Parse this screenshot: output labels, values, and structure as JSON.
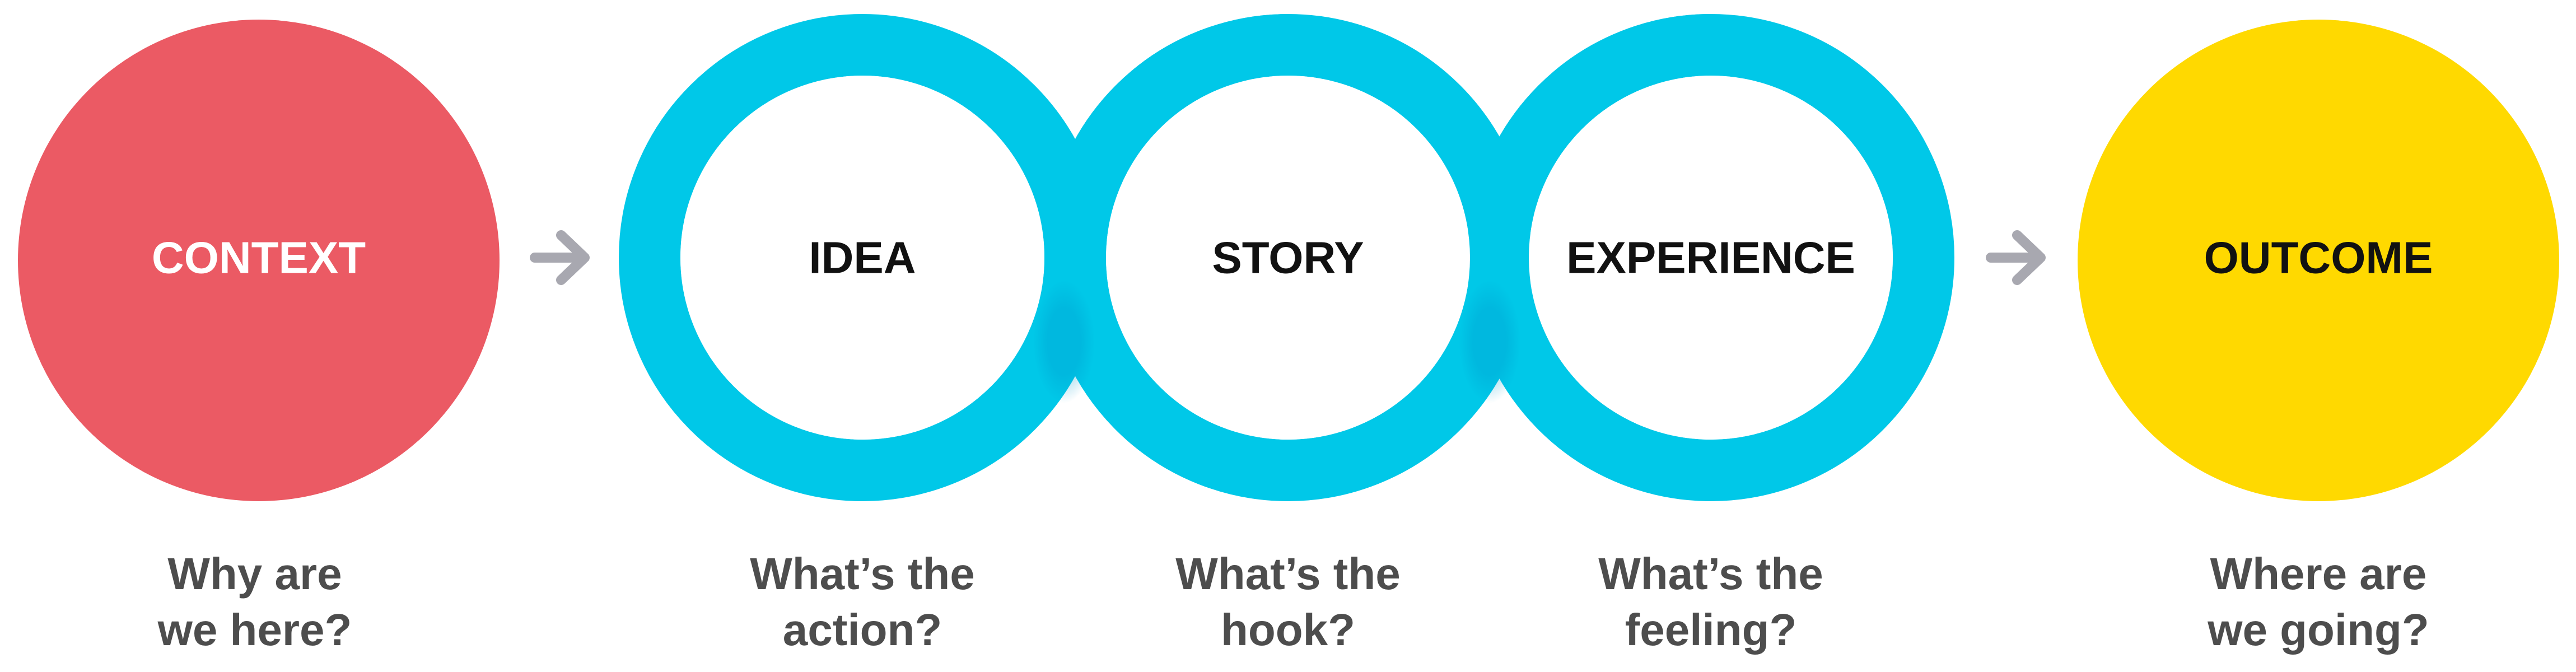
{
  "colors": {
    "context": "#eb5a64",
    "ring": "#00c8e8",
    "ring_shade": "#0099cc",
    "outcome": "#ffd900",
    "arrow": "#a8a8b0",
    "caption": "#4d4d4d",
    "label_light": "#ffffff",
    "label_dark": "#111111"
  },
  "nodes": [
    {
      "id": "context",
      "label": "CONTEXT",
      "caption": [
        "Why are",
        "we here?"
      ]
    },
    {
      "id": "idea",
      "label": "IDEA",
      "caption": [
        "What’s the",
        "action?"
      ]
    },
    {
      "id": "story",
      "label": "STORY",
      "caption": [
        "What’s the",
        "hook?"
      ]
    },
    {
      "id": "experience",
      "label": "EXPERIENCE",
      "caption": [
        "What’s the",
        "feeling?"
      ]
    },
    {
      "id": "outcome",
      "label": "OUTCOME",
      "caption": [
        "Where are",
        "we going?"
      ]
    }
  ],
  "arrows": [
    {
      "from": "context",
      "to": "idea",
      "icon": "arrow-right-icon"
    },
    {
      "from": "experience",
      "to": "outcome",
      "icon": "arrow-right-icon"
    }
  ]
}
